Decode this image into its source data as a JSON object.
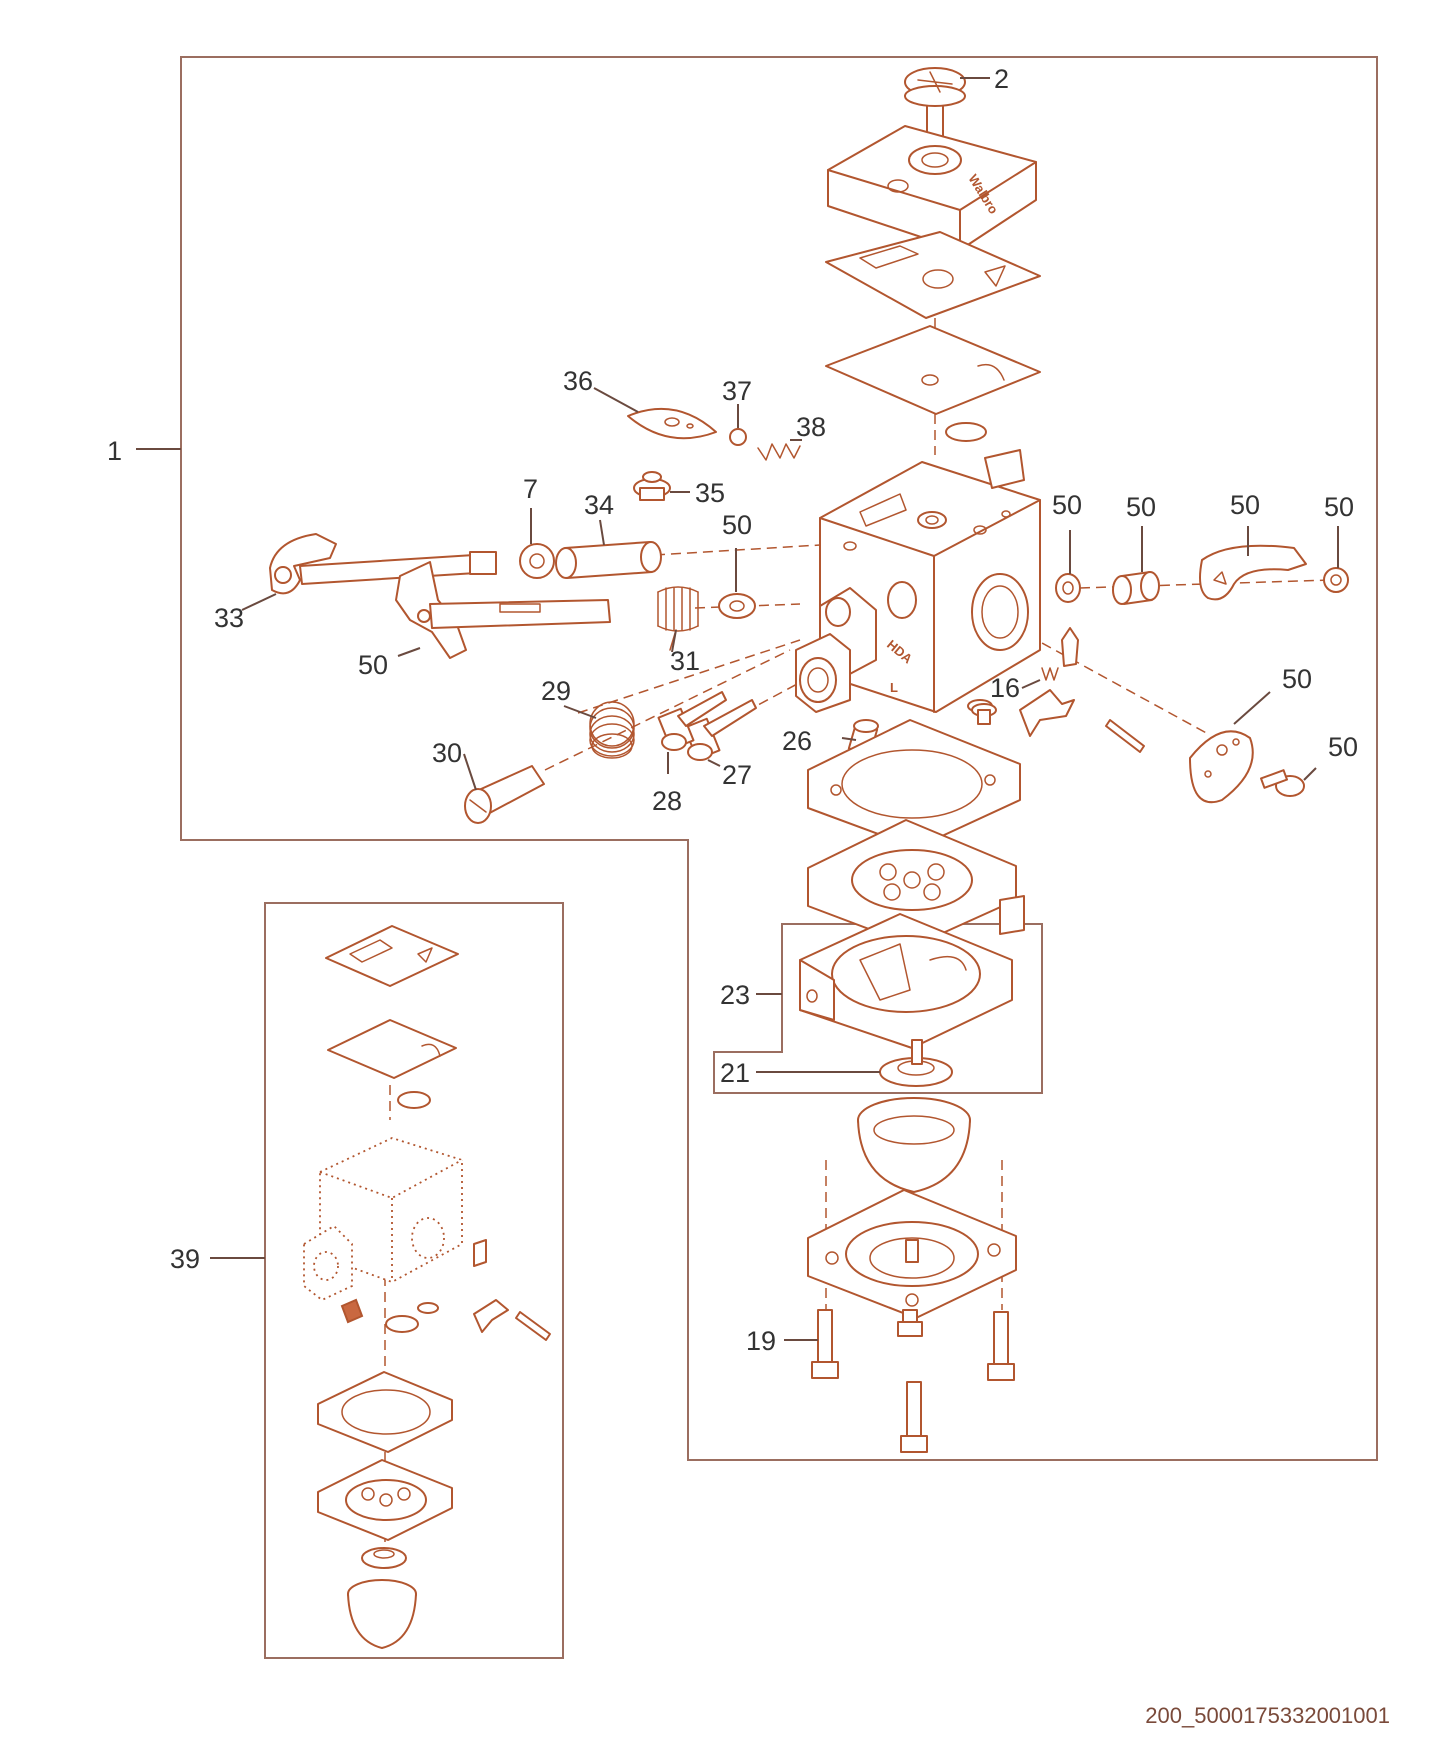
{
  "diagram_id": "200_5000175332001001",
  "part_labels": {
    "n1": "1",
    "n2": "2",
    "n7": "7",
    "n16": "16",
    "n19": "19",
    "n21": "21",
    "n23": "23",
    "n26": "26",
    "n27": "27",
    "n28": "28",
    "n29": "29",
    "n30": "30",
    "n31": "31",
    "n33": "33",
    "n34": "34",
    "n35": "35",
    "n36": "36",
    "n37": "37",
    "n38": "38",
    "n39": "39",
    "n50": "50"
  },
  "part_markings": {
    "cover_brand": "Walbro",
    "body_model": "HDA",
    "adjust_l": "L"
  },
  "colors": {
    "line_art": "#b2562f",
    "callout_text": "#333333",
    "frame": "#9b6e60"
  }
}
